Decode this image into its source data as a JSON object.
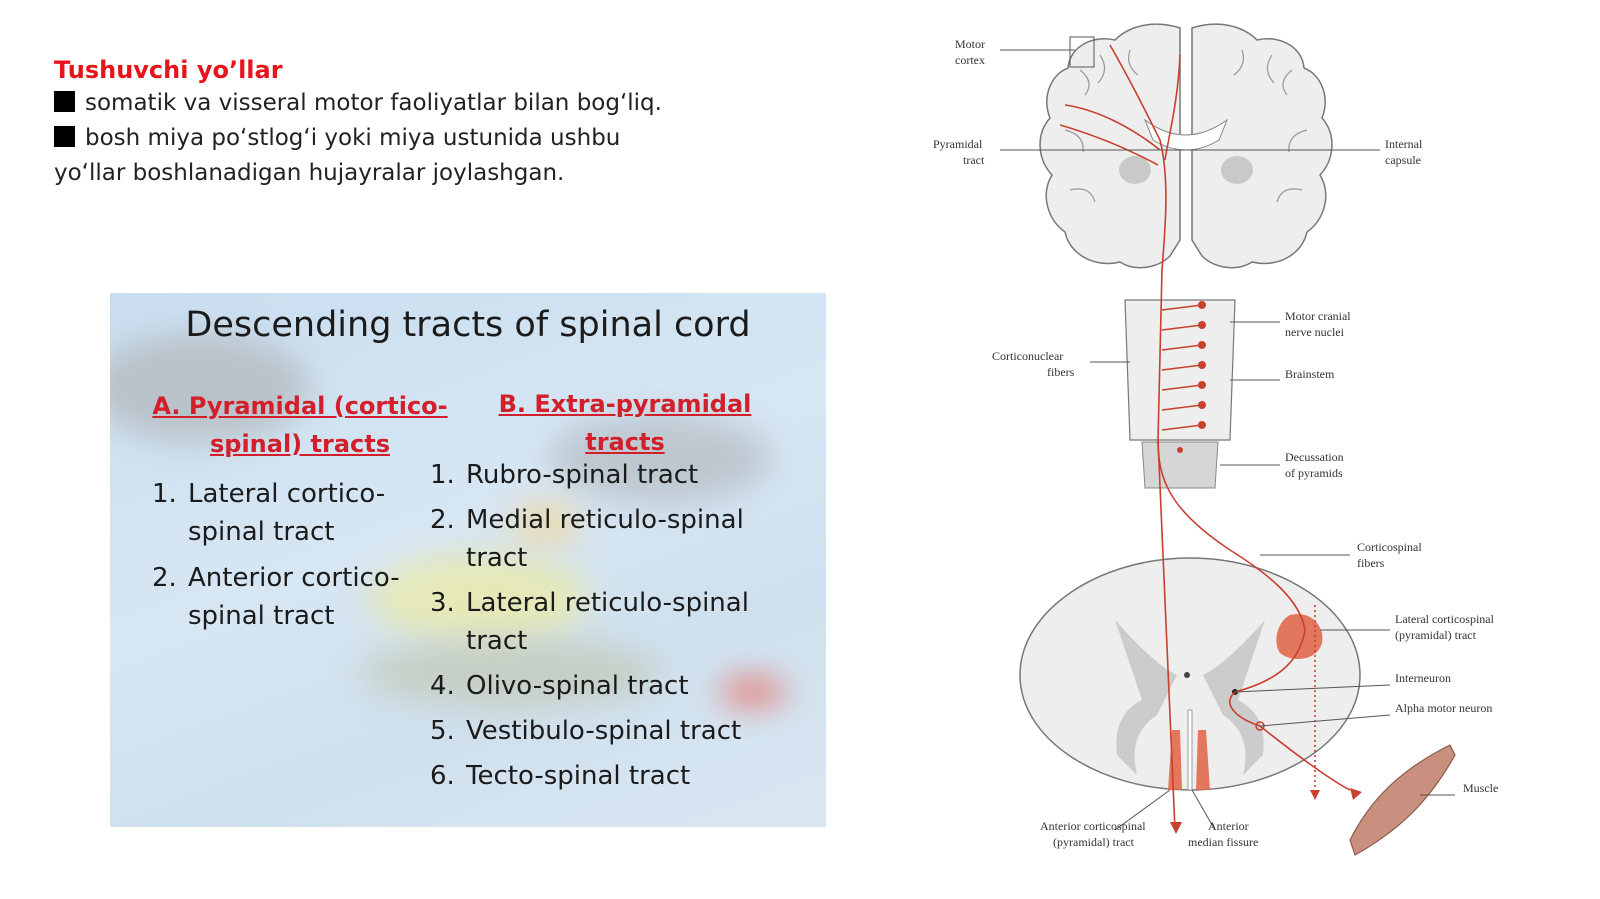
{
  "intro": {
    "title": "Tushuvchi yo’llar",
    "line1": "somatik va visseral motor faoliyatlar bilan bogʻliq.",
    "line2": "bosh miya poʻstlogʻi yoki miya ustunida ushbu",
    "line3": "yoʻllar boshlanadigan hujayralar joylashgan."
  },
  "slide": {
    "title": "Descending tracts of spinal cord",
    "pyramidal": {
      "heading_line1": "A. Pyramidal (cortico-",
      "heading_line2": "spinal) tracts",
      "items": [
        {
          "num": "1.",
          "line1": "Lateral cortico-",
          "line2": "spinal tract"
        },
        {
          "num": "2.",
          "line1": "Anterior cortico-",
          "line2": "spinal tract"
        }
      ]
    },
    "extrapyramidal": {
      "heading_line1": "B. Extra-pyramidal",
      "heading_line2": "tracts",
      "items": [
        {
          "num": "1.",
          "line1": "Rubro-spinal tract",
          "line2": ""
        },
        {
          "num": "2.",
          "line1": "Medial reticulo-spinal",
          "line2": "tract"
        },
        {
          "num": "3.",
          "line1": "Lateral reticulo-spinal",
          "line2": "tract"
        },
        {
          "num": "4.",
          "line1": "Olivo-spinal tract",
          "line2": ""
        },
        {
          "num": "5.",
          "line1": "Vestibulo-spinal tract",
          "line2": ""
        },
        {
          "num": "6.",
          "line1": "Tecto-spinal tract",
          "line2": ""
        }
      ]
    }
  },
  "diagram": {
    "labels": {
      "motor_cortex_1": "Motor",
      "motor_cortex_2": "cortex",
      "pyramidal_tract_1": "Pyramidal",
      "pyramidal_tract_2": "tract",
      "internal_capsule_1": "Internal",
      "internal_capsule_2": "capsule",
      "motor_cranial_1": "Motor cranial",
      "motor_cranial_2": "nerve nuclei",
      "corticonuclear_1": "Corticonuclear",
      "corticonuclear_2": "fibers",
      "brainstem": "Brainstem",
      "decussation_1": "Decussation",
      "decussation_2": "of pyramids",
      "corticospinal_1": "Corticospinal",
      "corticospinal_2": "fibers",
      "lateral_cs_1": "Lateral corticospinal",
      "lateral_cs_2": "(pyramidal) tract",
      "interneuron": "Interneuron",
      "alpha_motor": "Alpha motor neuron",
      "muscle": "Muscle",
      "anterior_cs_1": "Anterior corticospinal",
      "anterior_cs_2": "(pyramidal) tract",
      "anterior_mf_1": "Anterior",
      "anterior_mf_2": "median fissure"
    },
    "colors": {
      "tract": "#c8402e",
      "tract_fill": "#e0694c",
      "tissue": "#eeeeee",
      "outline": "#666666"
    }
  }
}
